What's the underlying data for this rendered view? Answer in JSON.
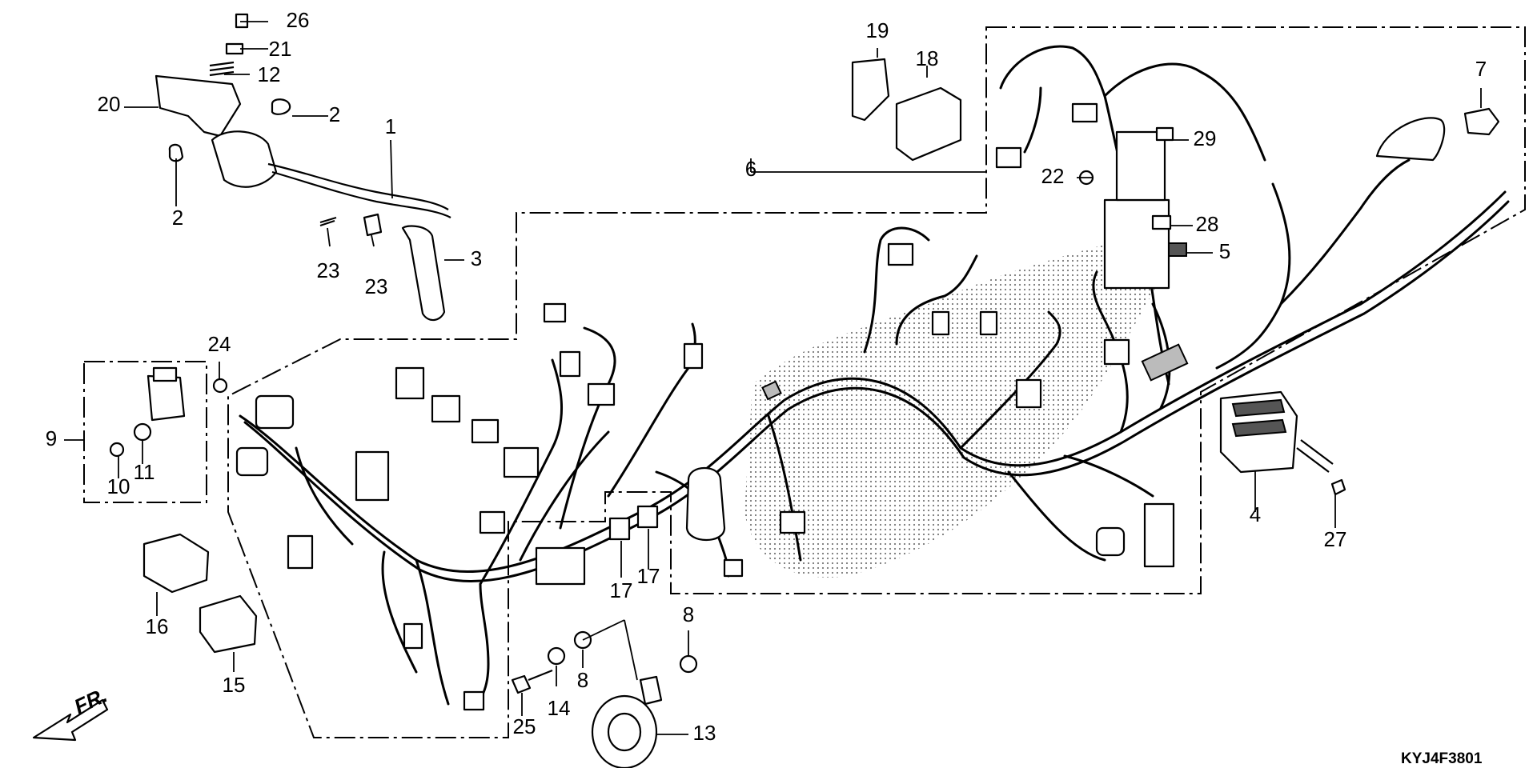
{
  "diagram": {
    "code": "KYJ4F3801",
    "front_marker": "FR.",
    "callouts": [
      {
        "id": "1",
        "label": "1"
      },
      {
        "id": "2a",
        "label": "2"
      },
      {
        "id": "2b",
        "label": "2"
      },
      {
        "id": "3",
        "label": "3"
      },
      {
        "id": "4",
        "label": "4"
      },
      {
        "id": "5",
        "label": "5"
      },
      {
        "id": "6",
        "label": "6"
      },
      {
        "id": "7",
        "label": "7"
      },
      {
        "id": "8a",
        "label": "8"
      },
      {
        "id": "8b",
        "label": "8"
      },
      {
        "id": "9",
        "label": "9"
      },
      {
        "id": "10",
        "label": "10"
      },
      {
        "id": "11",
        "label": "11"
      },
      {
        "id": "12",
        "label": "12"
      },
      {
        "id": "13",
        "label": "13"
      },
      {
        "id": "14",
        "label": "14"
      },
      {
        "id": "15",
        "label": "15"
      },
      {
        "id": "16",
        "label": "16"
      },
      {
        "id": "17a",
        "label": "17"
      },
      {
        "id": "17b",
        "label": "17"
      },
      {
        "id": "18",
        "label": "18"
      },
      {
        "id": "19",
        "label": "19"
      },
      {
        "id": "20",
        "label": "20"
      },
      {
        "id": "21",
        "label": "21"
      },
      {
        "id": "22",
        "label": "22"
      },
      {
        "id": "23a",
        "label": "23"
      },
      {
        "id": "23b",
        "label": "23"
      },
      {
        "id": "24",
        "label": "24"
      },
      {
        "id": "25",
        "label": "25"
      },
      {
        "id": "26",
        "label": "26"
      },
      {
        "id": "27",
        "label": "27"
      },
      {
        "id": "28",
        "label": "28"
      },
      {
        "id": "29",
        "label": "29"
      }
    ]
  }
}
